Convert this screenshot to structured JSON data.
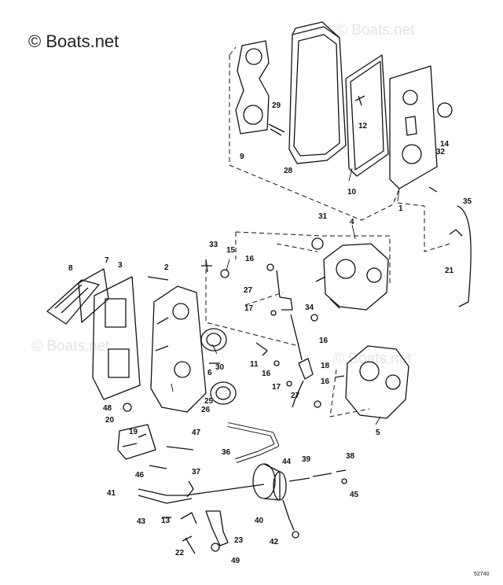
{
  "watermark": "© Boats.net",
  "ghost_watermark": "© Boats.net",
  "diagram_code": "52740",
  "callouts": [
    "1",
    "2",
    "3",
    "4",
    "5",
    "6",
    "7",
    "8",
    "9",
    "10",
    "11",
    "12",
    "13",
    "14",
    "15",
    "16",
    "16",
    "16",
    "16",
    "17",
    "17",
    "18",
    "19",
    "20",
    "21",
    "22",
    "23",
    "25",
    "26",
    "27",
    "27",
    "28",
    "29",
    "30",
    "31",
    "32",
    "33",
    "34",
    "35",
    "36",
    "37",
    "38",
    "39",
    "40",
    "41",
    "42",
    "43",
    "44",
    "45",
    "46",
    "47",
    "48",
    "49"
  ]
}
